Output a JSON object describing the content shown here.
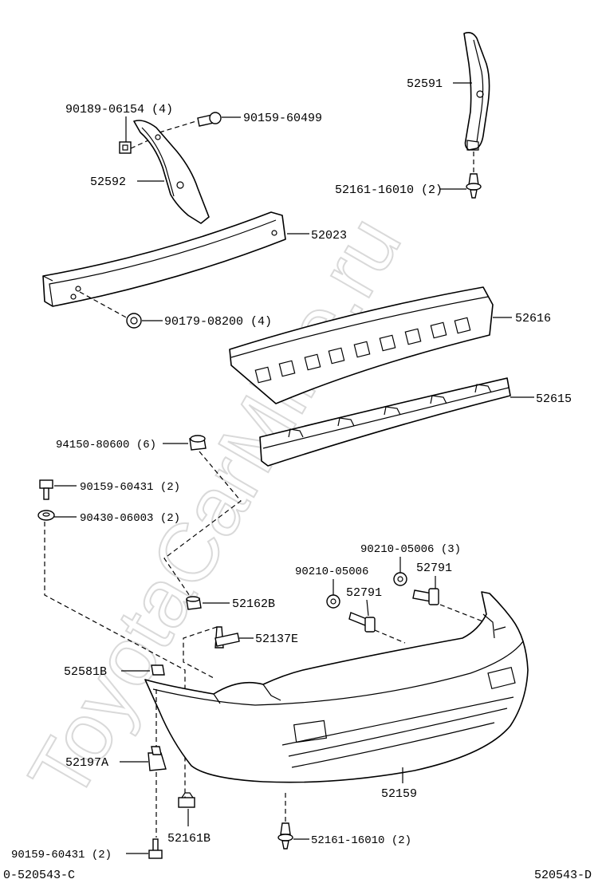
{
  "watermark": "ToyotaCarMine.ru",
  "corner_left": "0-520543-C",
  "corner_right": "520543-D",
  "callouts": {
    "c52591": "52591",
    "c52161_16010_top": "52161-16010 (2)",
    "c90189_06154": "90189-06154 (4)",
    "c90159_60499": "90159-60499",
    "c52592": "52592",
    "c52023": "52023",
    "c90179_08200": "90179-08200 (4)",
    "c52616": "52616",
    "c52615": "52615",
    "c94150_80600": "94150-80600 (6)",
    "c90159_60431_top": "90159-60431 (2)",
    "c90430_06003": "90430-06003 (2)",
    "c90210_05006_3": "90210-05006 (3)",
    "c90210_05006": "90210-05006",
    "c52791_right": "52791",
    "c52791_left": "52791",
    "c52162B": "52162B",
    "c52137E": "52137E",
    "c52581B": "52581B",
    "c52197A": "52197A",
    "c52159": "52159",
    "c52161B": "52161B",
    "c90159_60431_bottom": "90159-60431 (2)",
    "c52161_16010_bottom": "52161-16010 (2)"
  }
}
